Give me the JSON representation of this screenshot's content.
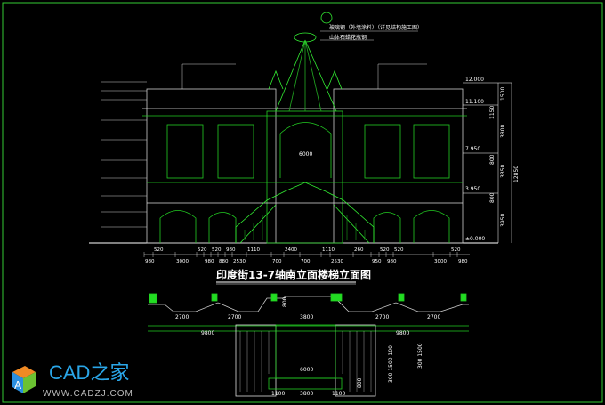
{
  "drawing": {
    "title": "印度街13-7轴南立面楼梯立面图",
    "top_note_1": "玻璃钢（外墙涂料）（详见结构施工图）",
    "top_note_2": "山体石蜡花瓶钢",
    "levels": [
      "12.000",
      "11.100",
      "7.950",
      "3.950",
      "±0.000"
    ],
    "right_dims": [
      "1500",
      "1150",
      "3800",
      "800",
      "3350",
      "800",
      "3950",
      "12850"
    ],
    "bottom_dims": [
      "980",
      "520",
      "3000",
      "520",
      "980",
      "520",
      "880",
      "980",
      "2530",
      "1110",
      "700",
      "2400",
      "700",
      "1110",
      "2530",
      "260",
      "950",
      "520",
      "980",
      "520",
      "3000",
      "520",
      "980"
    ],
    "center_dim": "6000",
    "plan_dims": {
      "bay_left_1": "2700",
      "bay_left_2": "2700",
      "center": "3800",
      "bay_right_1": "2700",
      "bay_right_2": "2700",
      "depth": "800",
      "left_span": "9800",
      "right_span": "9800",
      "stair_width": "6000",
      "bottom_left": "1100",
      "bottom_center": "3800",
      "bottom_right": "1100",
      "side_1": "300 1500",
      "side_2": "300 1500 100",
      "side_3": "800"
    }
  },
  "watermark": {
    "brand": "CAD之家",
    "url": "WWW.CADZJ.COM"
  },
  "colors": {
    "background": "#000000",
    "line_white": "#ffffff",
    "line_green": "#22dd22",
    "brand_blue": "#2aa6e8"
  }
}
